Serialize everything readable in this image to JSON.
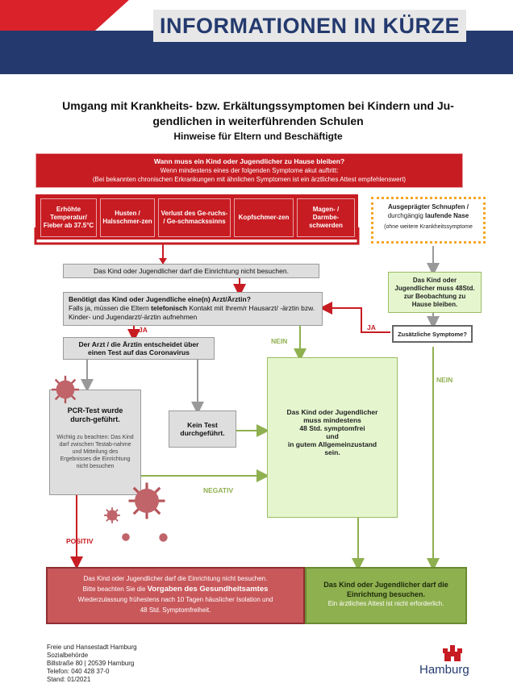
{
  "banner": {
    "title": "INFORMATIONEN IN KÜRZE"
  },
  "heading": {
    "line1": "Umgang mit Krankheits- bzw. Erkältungssymptomen bei Kindern und Ju-",
    "line2": "gendlichen in weiterführenden Schulen",
    "subtitle": "Hinweise für Eltern und Beschäftigte"
  },
  "top_box": {
    "question": "Wann muss ein Kind oder Jugendlicher zu Hause bleiben?",
    "line1": "Wenn mindestens eines der folgenden Symptome akut auftritt:",
    "line2": "(Bei bekannten chronischen Erkrankungen mit ähnlichen Symptomen ist ein ärztliches Attest empfehlenswert)"
  },
  "symptoms": [
    "Erhöhte Temperatur/ Fieber ab 37.5°C",
    "Husten / Halsschmer-zen",
    "Verlust des Ge-ruchs- / Ge-schmackssinns",
    "Kopfschmer-zen",
    "Magen- / Darmbe-schwerden"
  ],
  "sniffles": {
    "title_a": "Ausgeprägter Schnupfen /",
    "title_b": "durchgängig",
    "title_c": "laufende Nase",
    "note": "(ohne weitere Krankheitssymptome"
  },
  "no_attend": "Das Kind oder Jugendlicher darf die Einrichtung nicht besuchen.",
  "need_doctor": {
    "question": "Benötigt das Kind oder Jugendliche eine(n) Arzt/Ärztin?",
    "text_a": "Falls ja, müssen die Eltern",
    "text_bold": "telefonisch",
    "text_b": "Kontakt mit Ihrem/r Hausarzt/ -ärztin bzw. Kinder- und Jugendarzt/-ärztin aufnehmen"
  },
  "observe": "Das Kind oder Jugendlicher muss 48Std. zur Beobachtung zu Hause bleiben.",
  "extra_symptoms": "Zusätzliche Symptome?",
  "doctor_decides": "Der Arzt / die Ärztin entscheidet über einen Test auf das Coronavirus",
  "pcr": {
    "title": "PCR-Test wurde durch-geführt.",
    "note": "Wichtig zu beachten: Das Kind darf zwischen Testab-nahme und Mitteilung des Ergebnisses die Einrichtung nicht besuchen"
  },
  "no_test": "Kein Test durchgeführt.",
  "symptom_free": {
    "line1": "Das Kind oder Jugendlicher",
    "line2": "muss mindestens",
    "line3": "48 Std. symptomfrei",
    "line4": "und",
    "line5": "in gutem Allgemeinzustand",
    "line6": "sein."
  },
  "labels": {
    "ja1": "JA",
    "ja2": "JA",
    "nein1": "NEIN",
    "nein2": "NEIN",
    "negativ": "NEGATIV",
    "positiv": "POSITIV"
  },
  "result_red": {
    "line1": "Das Kind oder Jugendlicher darf die Einrichtung nicht besuchen.",
    "line2_a": "Bitte beachten Sie die",
    "line2_b": "Vorgaben des Gesundheitsamtes",
    "line3": "Wiederzulassung frühestens nach 10 Tagen häuslicher Isolation und",
    "line4": "48 Std. Symptomfreiheit."
  },
  "result_green": {
    "line1": "Das Kind oder Jugendlicher darf die",
    "line2": "Einrichtung besuchen.",
    "line3": "Ein ärztliches Attest ist nicht erforderlich."
  },
  "footer": {
    "lines": [
      "Freie und Hansestadt Hamburg",
      "Sozialbehörde",
      "Billstraße 80 | 20539 Hamburg",
      "Telefon: 040 428 37-0",
      "Stand: 01/2021"
    ],
    "logo_text": "Hamburg"
  },
  "colors": {
    "red": "#c71c22",
    "navy": "#243a6e",
    "green": "#8fb04f",
    "orange": "#f5a623",
    "gray": "#dedede"
  }
}
